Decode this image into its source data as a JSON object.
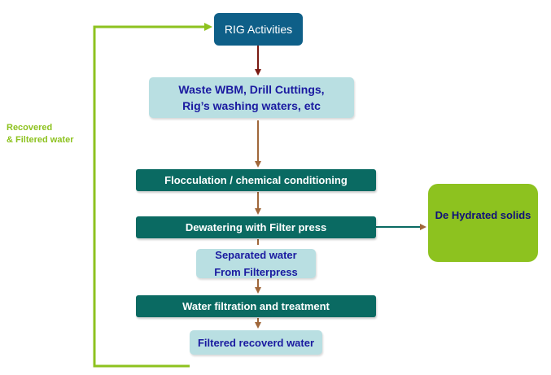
{
  "nodes": {
    "rig_activities": "RIG Activities",
    "waste": "Waste WBM, Drill Cuttings,\nRig’s washing waters, etc",
    "flocculation": "Flocculation / chemical conditioning",
    "dewatering": "Dewatering with Filter press",
    "separated_water": "Separated water\nFrom Filterpress",
    "water_filtration": "Water filtration and treatment",
    "filtered_water": "Filtered recoverd water",
    "dehydrated_solids": "De Hydrated solids"
  },
  "loop_label": "Recovered\n& Filtered water",
  "colors": {
    "rig_box": "#0e5f88",
    "process_box": "#0a6a62",
    "light_box": "#b9dfe2",
    "solids_box": "#8dc21f",
    "loop_line": "#8dc21f",
    "arrow_dark_red": "#7a1a12",
    "arrow_brown": "#a0673a"
  }
}
